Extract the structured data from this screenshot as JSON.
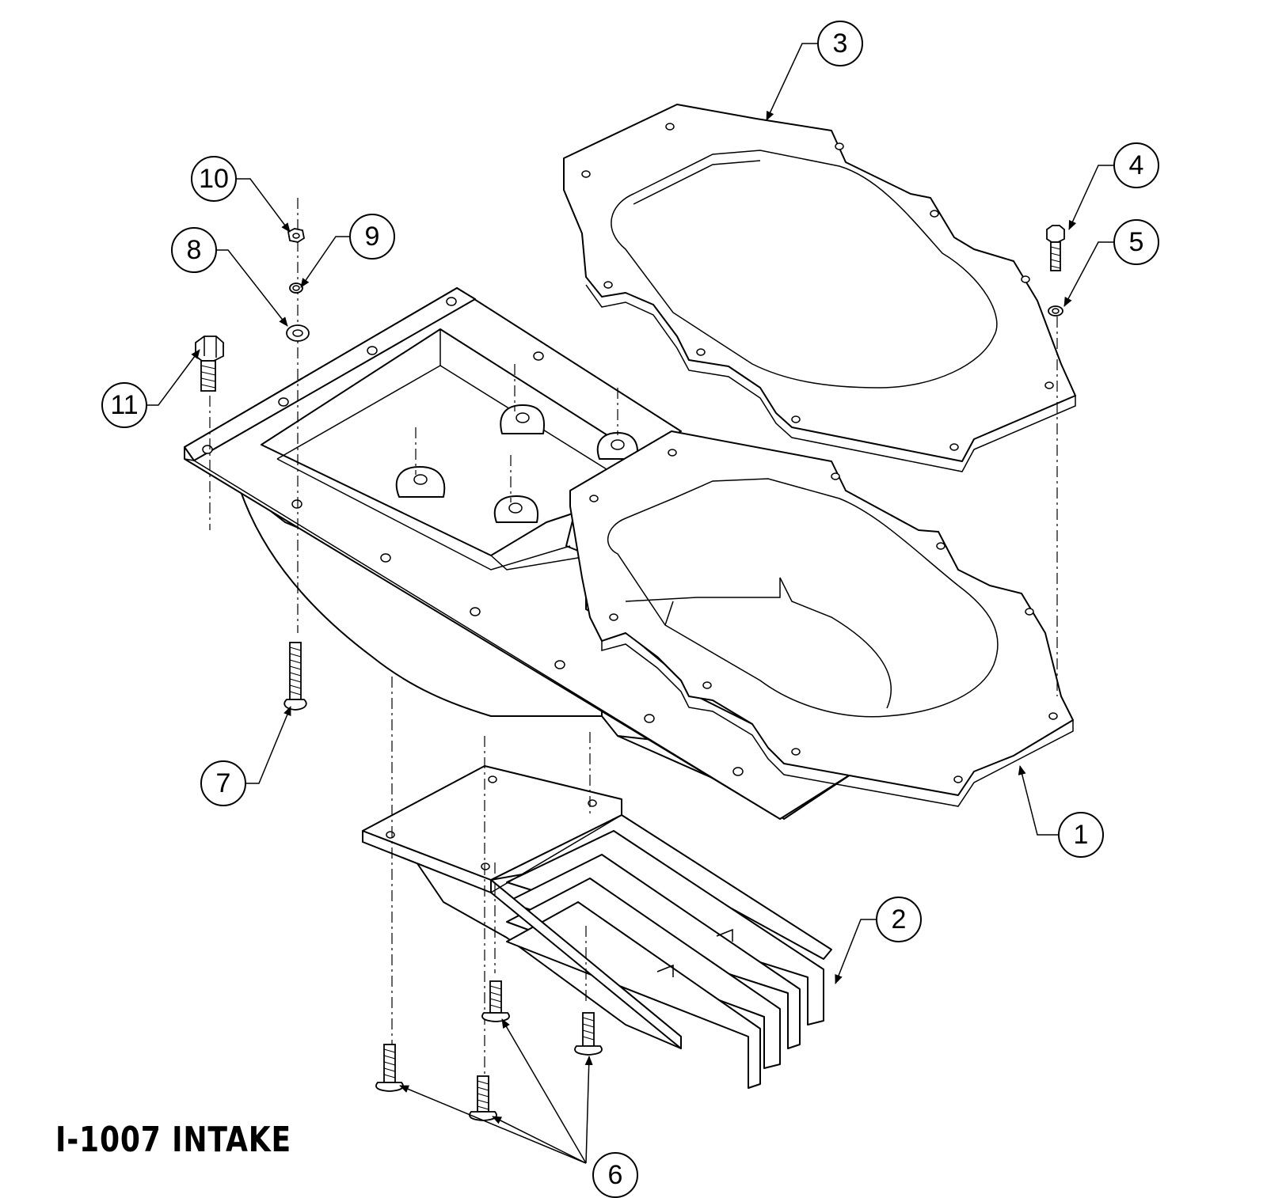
{
  "title": "I-1007 INTAKE",
  "callouts": [
    {
      "id": "callout-1",
      "label": "1"
    },
    {
      "id": "callout-2",
      "label": "2"
    },
    {
      "id": "callout-3",
      "label": "3"
    },
    {
      "id": "callout-4",
      "label": "4"
    },
    {
      "id": "callout-5",
      "label": "5"
    },
    {
      "id": "callout-6",
      "label": "6"
    },
    {
      "id": "callout-7",
      "label": "7"
    },
    {
      "id": "callout-8",
      "label": "8"
    },
    {
      "id": "callout-9",
      "label": "9"
    },
    {
      "id": "callout-10",
      "label": "10"
    },
    {
      "id": "callout-11",
      "label": "11"
    }
  ]
}
